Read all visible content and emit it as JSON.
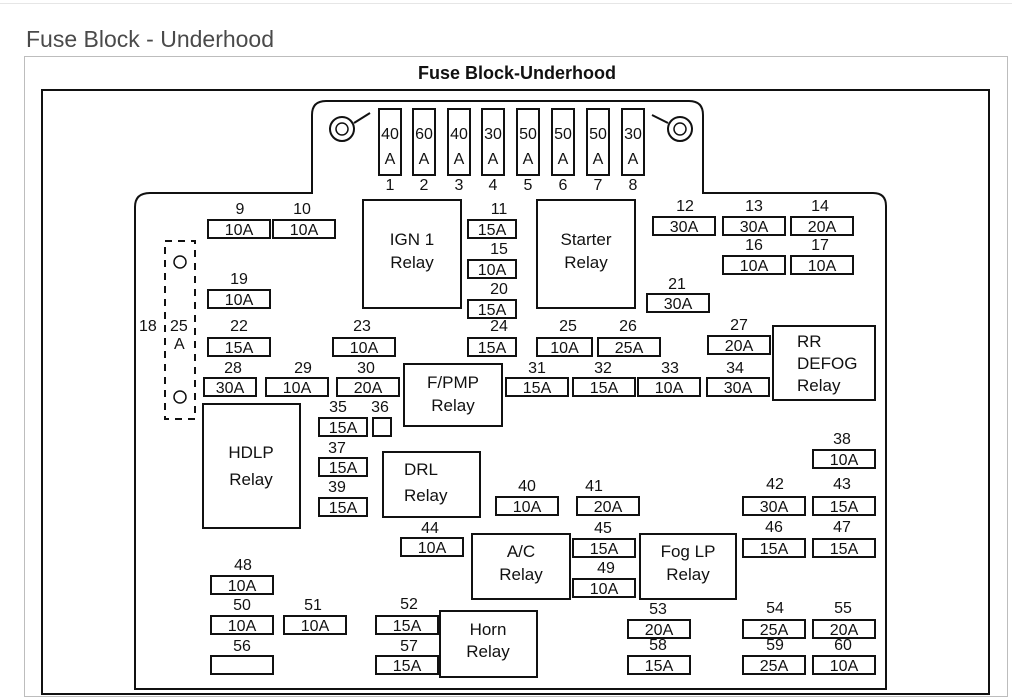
{
  "page": {
    "heading": "Fuse Block - Underhood"
  },
  "diagram": {
    "title": "Fuse Block-Underhood",
    "maxi_fuses": [
      {
        "num": "1",
        "amp": "40",
        "unit": "A"
      },
      {
        "num": "2",
        "amp": "60",
        "unit": "A"
      },
      {
        "num": "3",
        "amp": "40",
        "unit": "A"
      },
      {
        "num": "4",
        "amp": "30",
        "unit": "A"
      },
      {
        "num": "5",
        "amp": "50",
        "unit": "A"
      },
      {
        "num": "6",
        "amp": "50",
        "unit": "A"
      },
      {
        "num": "7",
        "amp": "50",
        "unit": "A"
      },
      {
        "num": "8",
        "amp": "30",
        "unit": "A"
      }
    ],
    "fuses": [
      {
        "num": "9",
        "amp": "10A"
      },
      {
        "num": "10",
        "amp": "10A"
      },
      {
        "num": "11",
        "amp": "15A"
      },
      {
        "num": "12",
        "amp": "30A"
      },
      {
        "num": "13",
        "amp": "30A"
      },
      {
        "num": "14",
        "amp": "20A"
      },
      {
        "num": "15",
        "amp": "10A"
      },
      {
        "num": "16",
        "amp": "10A"
      },
      {
        "num": "17",
        "amp": "10A"
      },
      {
        "num": "19",
        "amp": "10A"
      },
      {
        "num": "20",
        "amp": "15A"
      },
      {
        "num": "21",
        "amp": "30A"
      },
      {
        "num": "22",
        "amp": "15A"
      },
      {
        "num": "23",
        "amp": "10A"
      },
      {
        "num": "24",
        "amp": "15A"
      },
      {
        "num": "25",
        "amp": "10A"
      },
      {
        "num": "26",
        "amp": "25A"
      },
      {
        "num": "27",
        "amp": "20A"
      },
      {
        "num": "28",
        "amp": "30A"
      },
      {
        "num": "29",
        "amp": "10A"
      },
      {
        "num": "30",
        "amp": "20A"
      },
      {
        "num": "31",
        "amp": "15A"
      },
      {
        "num": "32",
        "amp": "15A"
      },
      {
        "num": "33",
        "amp": "10A"
      },
      {
        "num": "34",
        "amp": "30A"
      },
      {
        "num": "35",
        "amp": "15A"
      },
      {
        "num": "36",
        "amp": ""
      },
      {
        "num": "37",
        "amp": "15A"
      },
      {
        "num": "38",
        "amp": "10A"
      },
      {
        "num": "39",
        "amp": "15A"
      },
      {
        "num": "40",
        "amp": "10A"
      },
      {
        "num": "41",
        "amp": "20A"
      },
      {
        "num": "42",
        "amp": "30A"
      },
      {
        "num": "43",
        "amp": "15A"
      },
      {
        "num": "44",
        "amp": "10A"
      },
      {
        "num": "45",
        "amp": "15A"
      },
      {
        "num": "46",
        "amp": "15A"
      },
      {
        "num": "47",
        "amp": "15A"
      },
      {
        "num": "48",
        "amp": "10A"
      },
      {
        "num": "49",
        "amp": "10A"
      },
      {
        "num": "50",
        "amp": "10A"
      },
      {
        "num": "51",
        "amp": "10A"
      },
      {
        "num": "52",
        "amp": "15A"
      },
      {
        "num": "53",
        "amp": "20A"
      },
      {
        "num": "54",
        "amp": "25A"
      },
      {
        "num": "55",
        "amp": "20A"
      },
      {
        "num": "56",
        "amp": ""
      },
      {
        "num": "57",
        "amp": "15A"
      },
      {
        "num": "58",
        "amp": "15A"
      },
      {
        "num": "59",
        "amp": "25A"
      },
      {
        "num": "60",
        "amp": "10A"
      }
    ],
    "circuit_breaker": {
      "num": "18",
      "amp": "25",
      "unit": "A"
    },
    "relays": {
      "ign1": [
        "IGN 1",
        "Relay"
      ],
      "starter": [
        "Starter",
        "Relay"
      ],
      "rr_defog": [
        "RR",
        "DEFOG",
        "Relay"
      ],
      "fpmp": [
        "F/PMP",
        "Relay"
      ],
      "hdlp": [
        "HDLP",
        "Relay"
      ],
      "drl": [
        "DRL",
        "Relay"
      ],
      "ac": [
        "A/C",
        "Relay"
      ],
      "foglp": [
        "Fog LP",
        "Relay"
      ],
      "horn": [
        "Horn",
        "Relay"
      ]
    }
  }
}
